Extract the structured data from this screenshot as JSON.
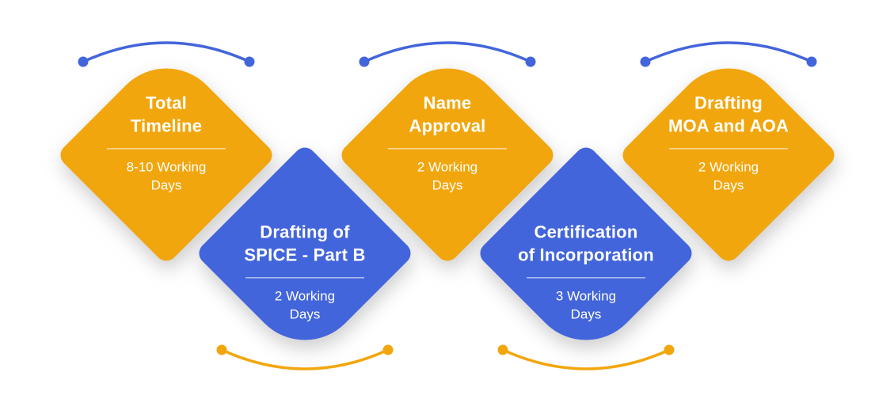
{
  "colors": {
    "orange": "#F2A60D",
    "blue": "#4365DB",
    "text": "#FFFFFF",
    "background": "#FFFFFF"
  },
  "nodes": [
    {
      "title": "Total\nTimeline",
      "duration": "8-10 Working\nDays",
      "color": "orange",
      "row": "top"
    },
    {
      "title": "Name\nApproval",
      "duration": "2 Working\nDays",
      "color": "orange",
      "row": "top"
    },
    {
      "title": "Drafting\nMOA and AOA",
      "duration": "2 Working\nDays",
      "color": "orange",
      "row": "top"
    },
    {
      "title": "Drafting of\nSPICE - Part B",
      "duration": "2 Working\nDays",
      "color": "blue",
      "row": "bottom"
    },
    {
      "title": "Certification\nof Incorporation",
      "duration": "3 Working\nDays",
      "color": "blue",
      "row": "bottom"
    }
  ]
}
